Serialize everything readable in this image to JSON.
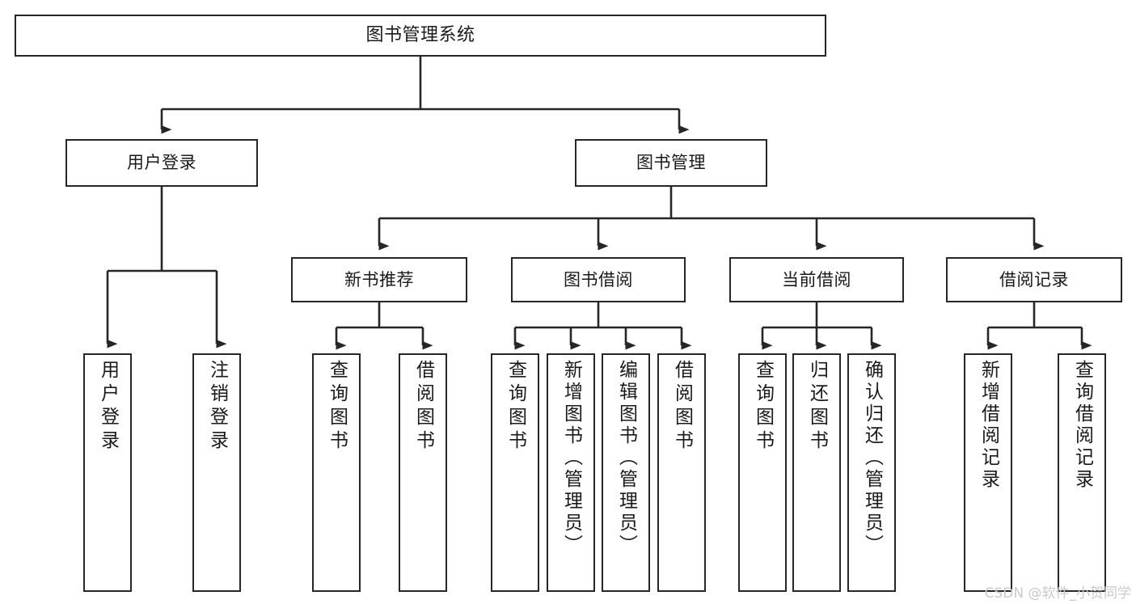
{
  "diagram": {
    "type": "tree-hierarchy",
    "title": "图书管理系统",
    "watermark": "CSDN @软件_小贺同学",
    "colors": {
      "background": "#ffffff",
      "node_border": "#262626",
      "node_fill": "#ffffff",
      "edge": "#262626",
      "text": "#1a1a1a",
      "watermark": "#c9c9c9"
    },
    "nodes": {
      "root": {
        "label": "图书管理系统"
      },
      "level2": [
        {
          "label": "用户登录"
        },
        {
          "label": "图书管理"
        }
      ],
      "level3": [
        {
          "label": "新书推荐"
        },
        {
          "label": "图书借阅"
        },
        {
          "label": "当前借阅"
        },
        {
          "label": "借阅记录"
        }
      ],
      "leaves": {
        "user_login": [
          {
            "label": "用户登录"
          },
          {
            "label": "注销登录"
          }
        ],
        "new_book_recommend": [
          {
            "label": "查询图书"
          },
          {
            "label": "借阅图书"
          }
        ],
        "book_borrow": [
          {
            "label": "查询图书"
          },
          {
            "label": "新增图书（管理员）"
          },
          {
            "label": "编辑图书（管理员）"
          },
          {
            "label": "借阅图书"
          }
        ],
        "current_borrow": [
          {
            "label": "查询图书"
          },
          {
            "label": "归还图书"
          },
          {
            "label": "确认归还（管理员）"
          }
        ],
        "borrow_record": [
          {
            "label": "新增借阅记录"
          },
          {
            "label": "查询借阅记录"
          }
        ]
      }
    }
  }
}
